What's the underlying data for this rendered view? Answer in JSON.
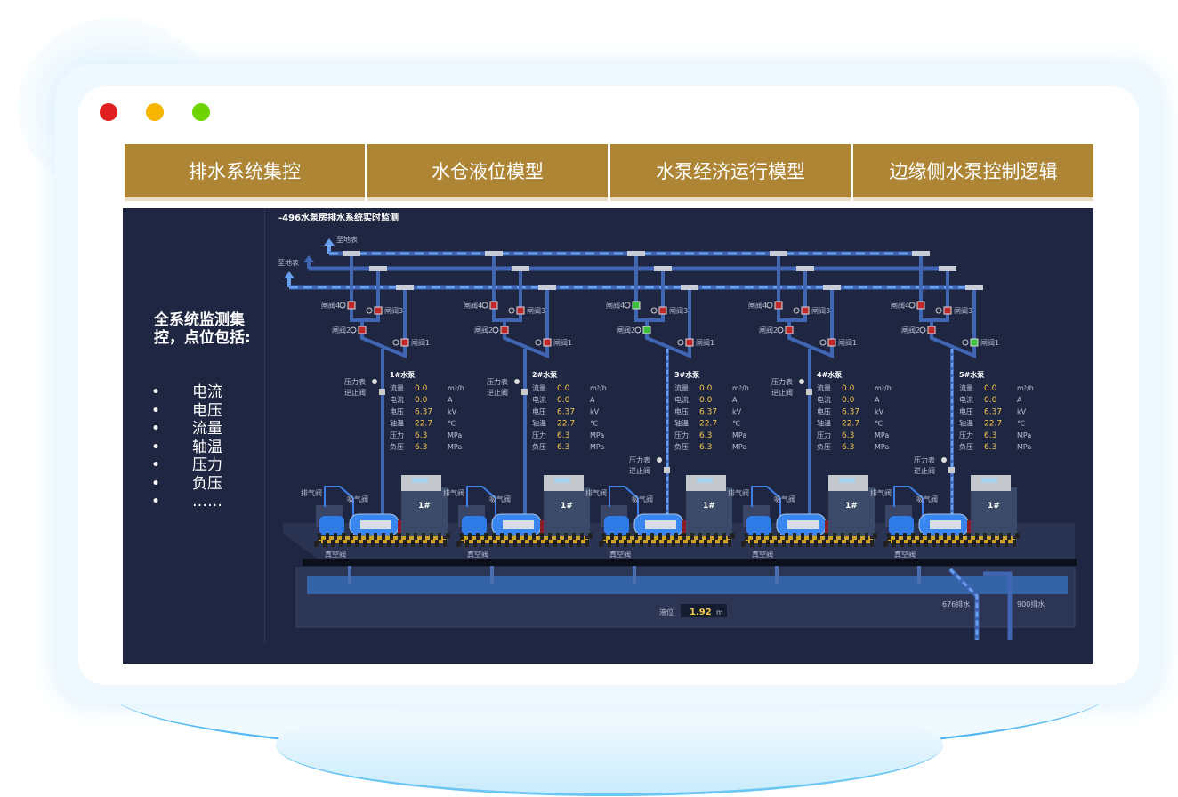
{
  "window": {
    "dots": [
      "#e02020",
      "#f7b500",
      "#6dd400"
    ]
  },
  "tabs": [
    "排水系统集控",
    "水仓液位模型",
    "水泵经济运行模型",
    "边缘侧水泵控制逻辑"
  ],
  "sidebar": {
    "title": "全系统监测集控，点位包括:",
    "bullet": "•",
    "items": [
      "电流",
      "电压",
      "流量",
      "轴温",
      "压力",
      "负压",
      "……"
    ]
  },
  "diagram": {
    "title": "-496水泵房排水系统实时监测",
    "outlet_label": "至地表",
    "valve_labels": [
      "闸阀1",
      "闸阀2",
      "闸阀3",
      "闸阀4"
    ],
    "gauge_label": "压力表",
    "check_label": "逆止阀",
    "exhaust_label": "排气阀",
    "intake_label": "吸气阀",
    "vacuum_label": "真空阀",
    "params": [
      "流量",
      "电流",
      "电压",
      "轴温",
      "压力",
      "负压"
    ],
    "units": [
      "m³/h",
      "A",
      "kV",
      "℃",
      "MPa",
      "MPa"
    ],
    "pumps": [
      {
        "name": "1#水泵",
        "cabinet": "1#",
        "values": [
          "0.0",
          "0.0",
          "6.37",
          "22.7",
          "6.3",
          "6.3"
        ],
        "valves": [
          "closed",
          "closed",
          "closed",
          "closed"
        ]
      },
      {
        "name": "2#水泵",
        "cabinet": "1#",
        "values": [
          "0.0",
          "0.0",
          "6.37",
          "22.7",
          "6.3",
          "6.3"
        ],
        "valves": [
          "closed",
          "closed",
          "closed",
          "closed"
        ]
      },
      {
        "name": "3#水泵",
        "cabinet": "1#",
        "values": [
          "0.0",
          "0.0",
          "6.37",
          "22.7",
          "6.3",
          "6.3"
        ],
        "valves": [
          "closed",
          "open",
          "closed",
          "open"
        ]
      },
      {
        "name": "4#水泵",
        "cabinet": "1#",
        "values": [
          "0.0",
          "0.0",
          "6.37",
          "22.7",
          "6.3",
          "6.3"
        ],
        "valves": [
          "closed",
          "closed",
          "closed",
          "closed"
        ]
      },
      {
        "name": "5#水泵",
        "cabinet": "1#",
        "values": [
          "0.0",
          "0.0",
          "6.37",
          "22.7",
          "6.3",
          "6.3"
        ],
        "valves": [
          "open",
          "closed",
          "closed",
          "closed"
        ]
      }
    ],
    "level_label": "液位",
    "level_value": "1.92",
    "level_unit": "m",
    "drain_labels": [
      "676排水",
      "900排水"
    ],
    "colors": {
      "open": "#3fbf3f",
      "closed": "#c0282a",
      "value": "#f2c94c"
    }
  }
}
